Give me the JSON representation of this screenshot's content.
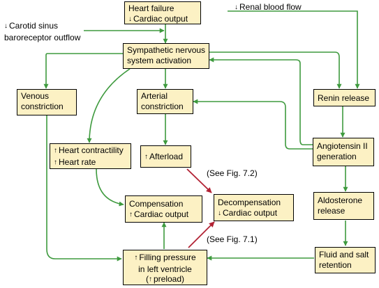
{
  "colors": {
    "flow": "#3e9a3e",
    "decompensation": "#b22234",
    "box_fill": "#fcf1c4",
    "box_border": "#000000"
  },
  "symbols": {
    "down": "↓",
    "up": "↑"
  },
  "labels": {
    "carotid_line1": "Carotid sinus",
    "carotid_line2": "baroreceptor outflow",
    "renal": "Renal blood flow",
    "see_fig_72": "(See Fig. 7.2)",
    "see_fig_71": "(See Fig. 7.1)"
  },
  "nodes": {
    "heart_failure": {
      "line1": "Heart failure",
      "line2": "Cardiac output"
    },
    "sympathetic": {
      "line1": "Sympathetic nervous",
      "line2": "system activation"
    },
    "venous": {
      "line1": "Venous",
      "line2": "constriction"
    },
    "arterial": {
      "line1": "Arterial",
      "line2": "constriction"
    },
    "renin": {
      "line1": "Renin release"
    },
    "contractility": {
      "line1": "Heart contractility",
      "line2": "Heart rate"
    },
    "afterload": {
      "line1": "Afterload"
    },
    "angiotensin": {
      "line1": "Angiotensin II",
      "line2": "generation"
    },
    "compensation": {
      "line1": "Compensation",
      "line2": "Cardiac output"
    },
    "decompensation": {
      "line1": "Decompensation",
      "line2": "Cardiac output"
    },
    "aldosterone": {
      "line1": "Aldosterone",
      "line2": "release"
    },
    "filling": {
      "line1": "Filling pressure",
      "line2": "in left ventricle",
      "line3_open": "(",
      "line3": "preload)"
    },
    "fluid": {
      "line1": "Fluid and salt",
      "line2": "retention"
    }
  }
}
